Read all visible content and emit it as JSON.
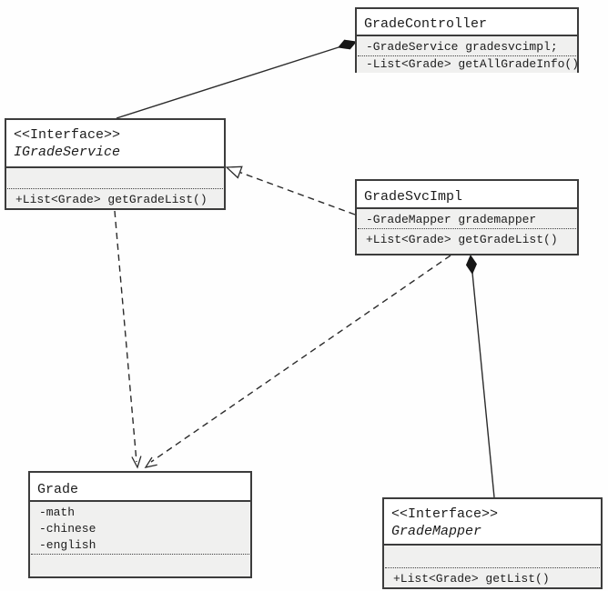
{
  "diagram": {
    "kind": "uml-class-diagram",
    "colors": {
      "background": "#ffffff",
      "box_fill": "#ffffff",
      "section_fill": "#f0f0ef",
      "border": "#3c3c3c",
      "line": "#2b2b2b"
    },
    "classes": {
      "grade_controller": {
        "name": "GradeController",
        "attributes": [
          "-GradeService gradesvcimpl;"
        ],
        "methods": [
          "-List<Grade> getAllGradeInfo()"
        ]
      },
      "igrade_service": {
        "stereotype": "<<Interface>>",
        "name": "IGradeService",
        "attributes": [],
        "methods": [
          "+List<Grade> getGradeList()"
        ]
      },
      "grade_svc_impl": {
        "name": "GradeSvcImpl",
        "attributes": [
          "-GradeMapper grademapper"
        ],
        "methods": [
          "+List<Grade> getGradeList()"
        ]
      },
      "grade": {
        "name": "Grade",
        "attributes": [
          "-math",
          "-chinese",
          "-english"
        ],
        "methods": []
      },
      "grade_mapper": {
        "stereotype": "<<Interface>>",
        "name": "GradeMapper",
        "attributes": [],
        "methods": [
          "+List<Grade> getList()"
        ]
      }
    },
    "relationships": [
      {
        "type": "composition",
        "from": "IGradeService",
        "to": "GradeController"
      },
      {
        "type": "realization",
        "from": "GradeSvcImpl",
        "to": "IGradeService"
      },
      {
        "type": "dependency",
        "from": "IGradeService",
        "to": "Grade"
      },
      {
        "type": "dependency",
        "from": "GradeSvcImpl",
        "to": "Grade"
      },
      {
        "type": "composition",
        "from": "GradeMapper",
        "to": "GradeSvcImpl"
      }
    ]
  }
}
